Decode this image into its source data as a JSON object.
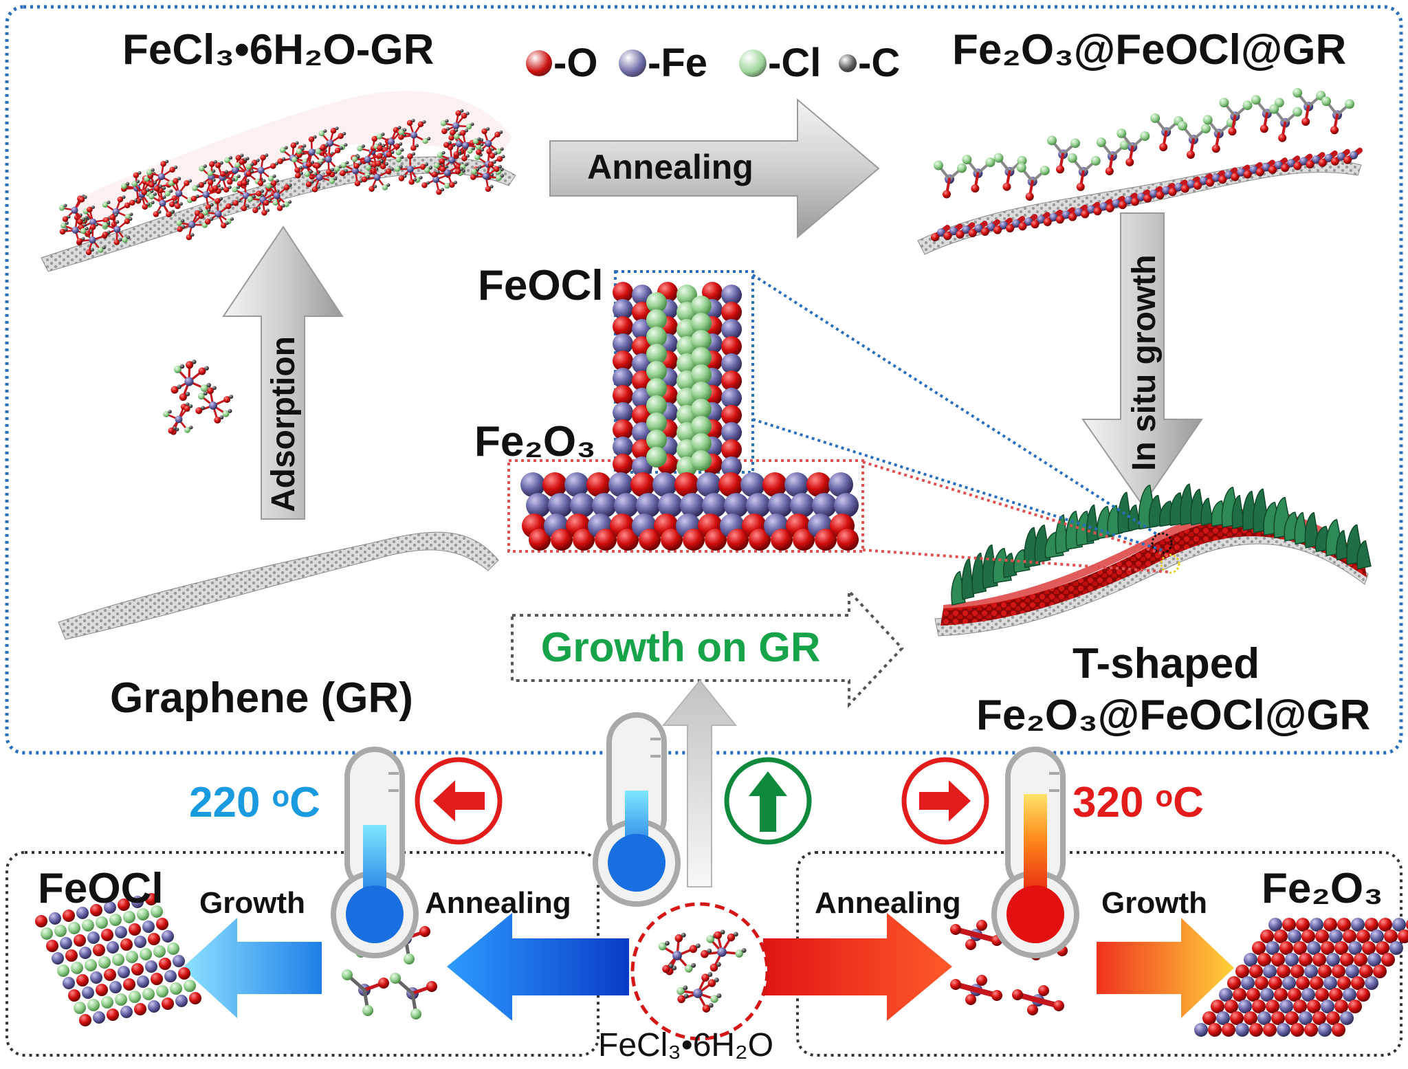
{
  "colors": {
    "O": "#cc0f0f",
    "Fe": "#6c6aa6",
    "Cl": "#9ed49a",
    "C": "#555555",
    "graphene": "#b9b9b9",
    "feocl_plate": "#2e8b57",
    "blue_text": "#1a9be0",
    "red_text": "#e41b1b",
    "green_text": "#17a34a",
    "dotted_blue": "#2a6fbd"
  },
  "labels": {
    "top_left_title": "FeCl₃•6H₂O-GR",
    "top_right_title": "Fe₂O₃@FeOCl@GR",
    "annealing_top": "Annealing",
    "adsorption": "Adsorption",
    "in_situ_growth": "In situ growth",
    "feocl_layer": "FeOCl",
    "fe2o3_layer": "Fe₂O₃",
    "growth_on_gr": "Growth on GR",
    "graphene": "Graphene (GR)",
    "tshaped_line1": "T-shaped",
    "tshaped_line2": "Fe₂O₃@FeOCl@GR",
    "temp_low": "220 ᵒC",
    "temp_high": "320 ᵒC",
    "feocl_product": "FeOCl",
    "fe2o3_product": "Fe₂O₃",
    "growth_left": "Growth",
    "annealing_left": "Annealing",
    "annealing_right": "Annealing",
    "growth_right": "Growth",
    "precursor": "FeCl₃•6H₂O"
  },
  "legend": [
    {
      "symbol": "O",
      "text": "-O"
    },
    {
      "symbol": "Fe",
      "text": "-Fe"
    },
    {
      "symbol": "Cl",
      "text": "-Cl"
    },
    {
      "symbol": "C",
      "text": "-C"
    }
  ],
  "icons": {
    "arrow_left_circle": "left-arrow-in-circle",
    "arrow_up_circle": "up-arrow-in-circle",
    "arrow_right_circle": "right-arrow-in-circle",
    "cold_thermometer": "thermometer-cold",
    "mid_thermometer": "thermometer-medium",
    "hot_thermometer": "thermometer-hot"
  }
}
